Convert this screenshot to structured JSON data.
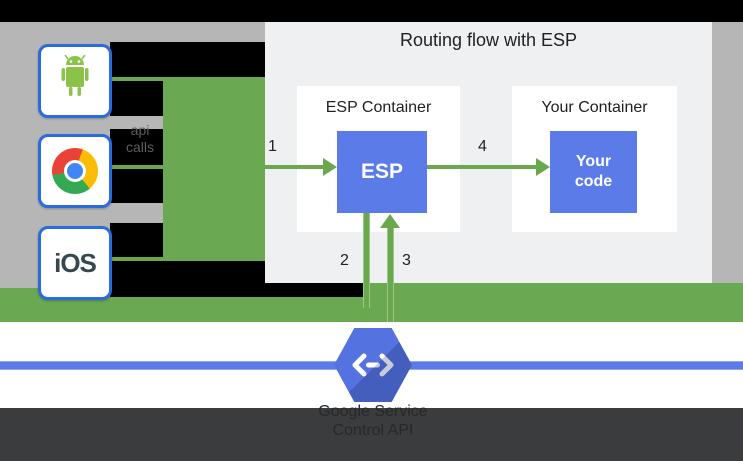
{
  "diagram": {
    "title": "Routing flow with ESP",
    "clients": {
      "flow_label": "api\ncalls",
      "items": [
        {
          "id": "android",
          "icon": "android-icon"
        },
        {
          "id": "chrome",
          "icon": "chrome-icon"
        },
        {
          "id": "ios",
          "label": "iOS"
        }
      ]
    },
    "containers": {
      "esp": {
        "label": "ESP Container",
        "box_label": "ESP"
      },
      "yours": {
        "label": "Your Container",
        "box_label": "Your\ncode"
      }
    },
    "steps": {
      "s1": "1",
      "s2": "2",
      "s3": "3",
      "s4": "4"
    },
    "service": {
      "icon": "service-control-hexagon-icon",
      "label": "Google Service\nControl API"
    },
    "colors": {
      "green": "#6aa852",
      "arrow_green": "#6aa84f",
      "blue_box": "#5b7ce8",
      "hexagon_blue": "#5573e0",
      "network_line_blue": "#5b7ce8",
      "panel_gray": "#eff0f1",
      "band_gray": "#b6b6b6",
      "footer_dark": "#3b3c3e",
      "client_border_blue": "#2b6be0"
    }
  }
}
